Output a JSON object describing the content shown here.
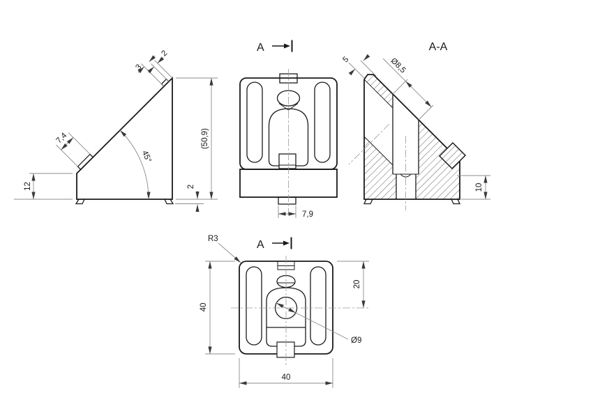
{
  "drawing": {
    "type": "technical-drawing",
    "part": "angle-bracket",
    "colors": {
      "background": "#ffffff",
      "object_line": "#1a1a1a",
      "dimension_line": "#8c8c8c",
      "text": "#1a1a1a"
    },
    "views": {
      "side": {
        "dims": {
          "apex_offset": "2",
          "lip_length": "3",
          "slot_lip": "7,4",
          "angle": "45°",
          "overall_height": "(50,9)",
          "front_height": "12",
          "foot_height": "2"
        }
      },
      "front": {
        "section_marker": "A",
        "dims": {
          "tab_width": "7,9"
        }
      },
      "section": {
        "label": "A-A",
        "dims": {
          "flange_width": "5",
          "bore_dia": "Ø8,5",
          "edge_height": "10"
        }
      },
      "plan": {
        "section_marker": "A",
        "dims": {
          "corner_radius": "R3",
          "height": "40",
          "width": "40",
          "hole_offset": "20",
          "hole_dia": "Ø9"
        }
      }
    }
  }
}
